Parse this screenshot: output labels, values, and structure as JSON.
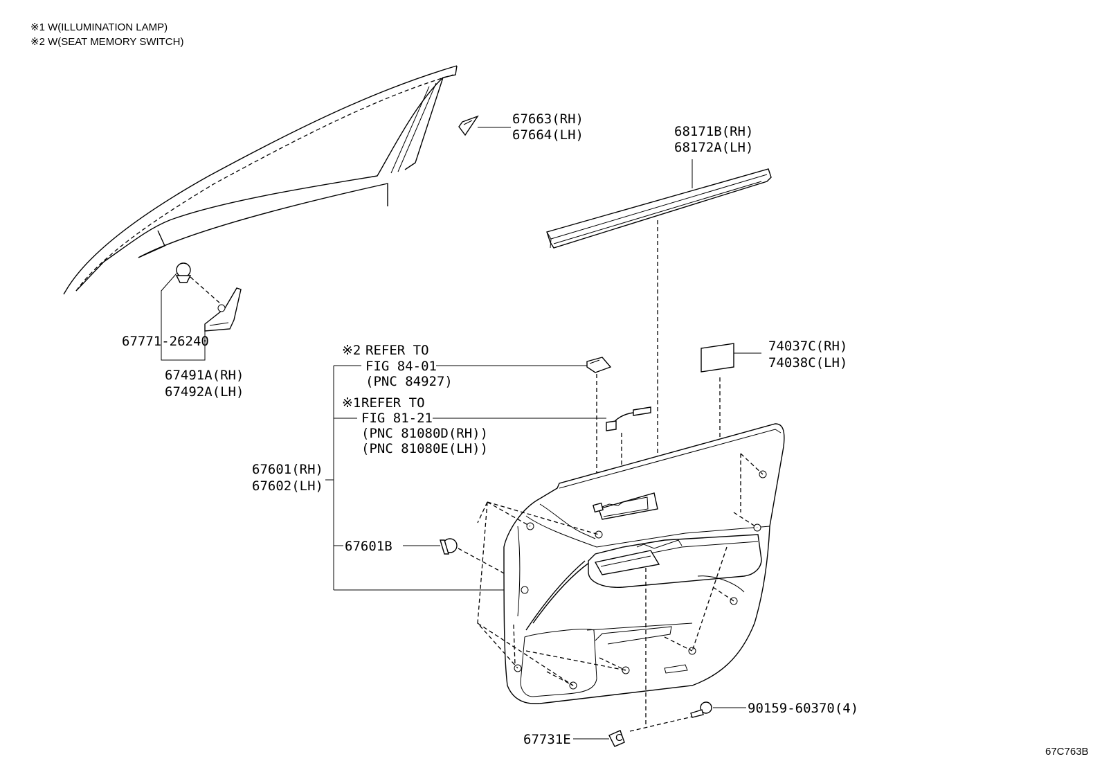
{
  "notes": [
    "※1 W(ILLUMINATION LAMP)",
    "※2 W(SEAT MEMORY SWITCH)"
  ],
  "labels": {
    "p67663": "67663(RH)",
    "p67664": "67664(LH)",
    "p68171b": "68171B(RH)",
    "p68172a": "68172A(LH)",
    "p67771": "67771-26240",
    "p67491a": "67491A(RH)",
    "p67492a": "67492A(LH)",
    "p74037c": "74037C(RH)",
    "p74038c": "74038C(LH)",
    "p67601": "67601(RH)",
    "p67602": "67602(LH)",
    "p67601b": "67601B",
    "p90159": "90159-60370(4)",
    "p67731e": "67731E"
  },
  "refs": {
    "ref2_mark": "※2",
    "ref2_text": "REFER TO",
    "ref2_fig": "FIG 84-01",
    "ref2_pnc": "(PNC 84927)",
    "ref1_mark": "※1",
    "ref1_text": "REFER TO",
    "ref1_fig": "FIG 81-21",
    "ref1_pnc_rh": "(PNC 81080D(RH))",
    "ref1_pnc_lh": "(PNC 81080E(LH))"
  },
  "diagram_code": "67C763B"
}
